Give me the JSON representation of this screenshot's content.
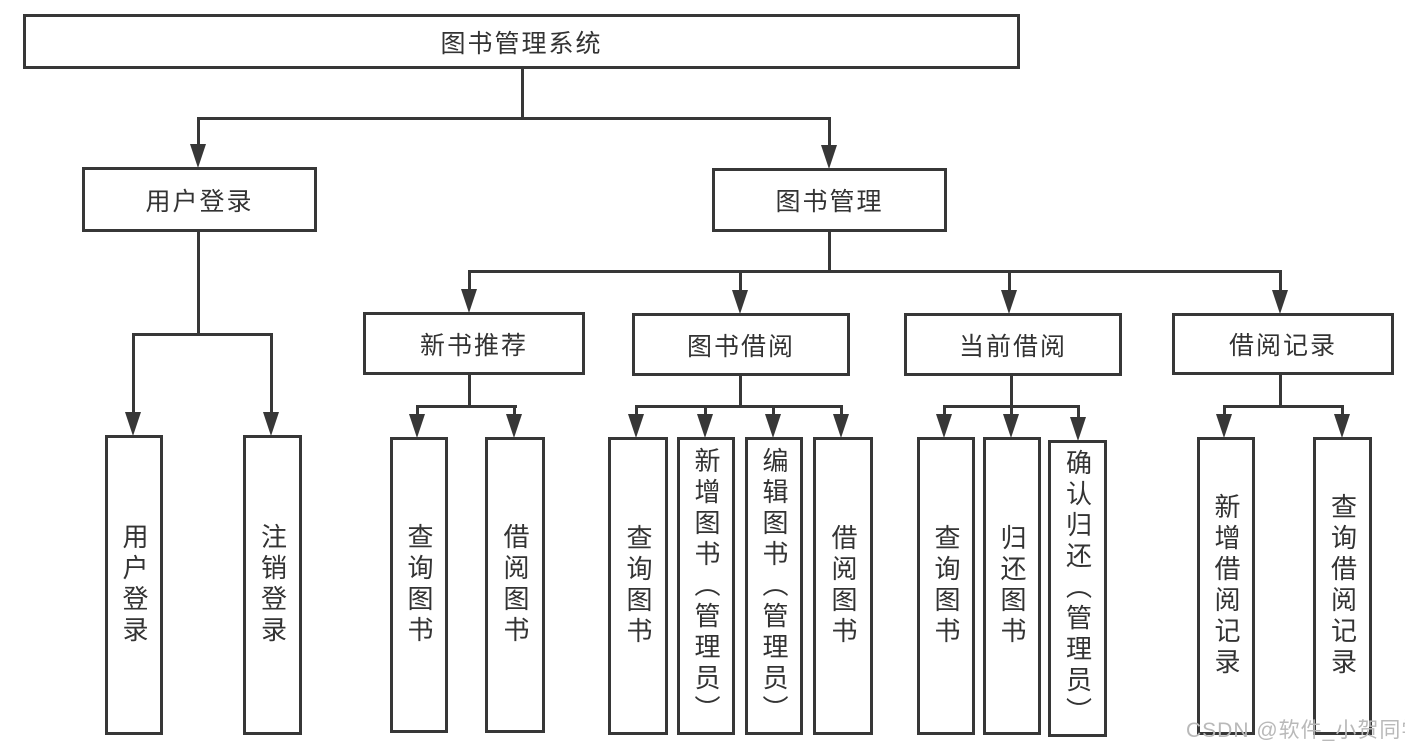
{
  "diagram_title": "图书管理系统",
  "colors": {
    "line": "#373737",
    "text": "#333333",
    "watermark": "#b9b9b9",
    "background": "#ffffff"
  },
  "watermark": "CSDN @软件_小贺同学",
  "tree": {
    "root": {
      "label": "图书管理系统"
    },
    "branches": [
      {
        "label": "用户登录",
        "children": [
          {
            "label": "用户登录"
          },
          {
            "label": "注销登录"
          }
        ]
      },
      {
        "label": "图书管理",
        "children": [
          {
            "label": "新书推荐",
            "children": [
              {
                "label": "查询图书"
              },
              {
                "label": "借阅图书"
              }
            ]
          },
          {
            "label": "图书借阅",
            "children": [
              {
                "label": "查询图书"
              },
              {
                "label": "新增图书（管理员）"
              },
              {
                "label": "编辑图书（管理员）"
              },
              {
                "label": "借阅图书"
              }
            ]
          },
          {
            "label": "当前借阅",
            "children": [
              {
                "label": "查询图书"
              },
              {
                "label": "归还图书"
              },
              {
                "label": "确认归还（管理员）"
              }
            ]
          },
          {
            "label": "借阅记录",
            "children": [
              {
                "label": "新增借阅记录"
              },
              {
                "label": "查询借阅记录"
              }
            ]
          }
        ]
      }
    ]
  }
}
